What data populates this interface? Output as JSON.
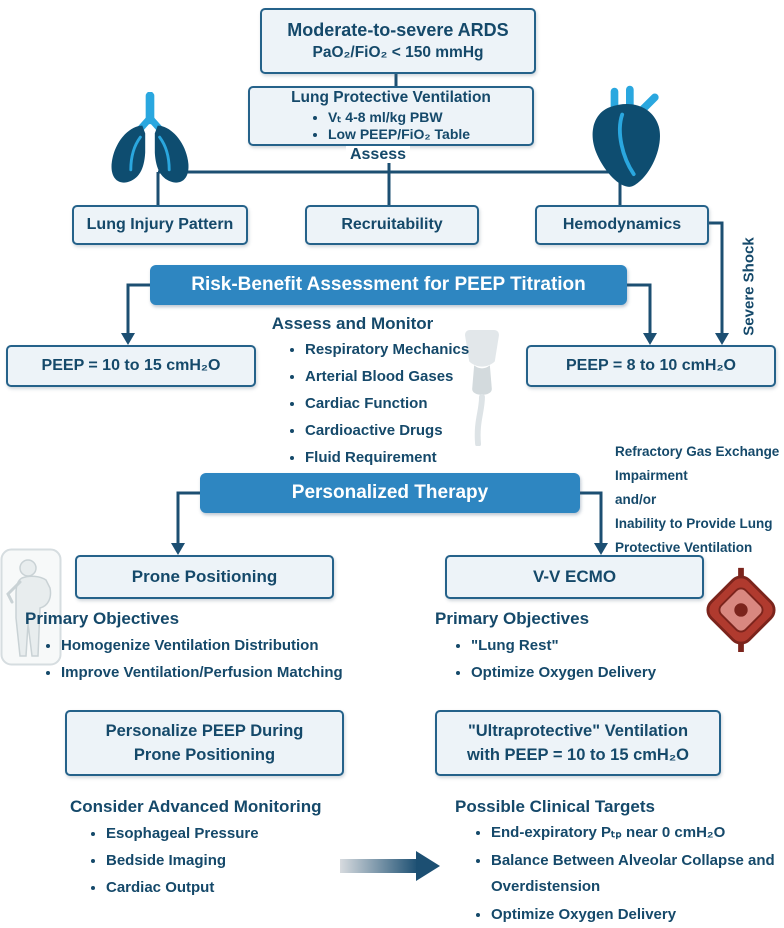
{
  "colors": {
    "box_background": "#edf3f8",
    "box_border": "#25628a",
    "banner_blue": "#2e86c1",
    "text_dark_teal": "#15496a",
    "line_color": "#1c4f72",
    "accent_light_blue": "#2aa7df",
    "ecmo_red": "#b03a2e"
  },
  "icons": {
    "lungs": "lungs-icon",
    "heart": "heart-icon",
    "ultrasound_probe": "ultrasound-probe-icon",
    "patient_body": "patient-body-icon",
    "ecmo_oxygenator": "ecmo-oxygenator-icon",
    "flow_arrow": "flow-arrow-icon"
  },
  "flow": {
    "ards_box": {
      "title": "Moderate-to-severe ARDS",
      "subtitle": "PaO₂/FiO₂ < 150 mmHg"
    },
    "lpv_box": {
      "title": "Lung Protective Ventilation",
      "items": [
        "Vₜ 4-8 ml/kg PBW",
        "Low PEEP/FiO₂ Table"
      ]
    },
    "assess_label": "Assess",
    "assessment_boxes": [
      "Lung Injury Pattern",
      "Recruitability",
      "Hemodynamics"
    ],
    "severe_shock_label": "Severe Shock",
    "risk_banner": "Risk-Benefit Assessment for PEEP Titration",
    "peep_left_box": "PEEP = 10 to 15 cmH₂O",
    "peep_right_box": "PEEP = 8 to 10 cmH₂O",
    "assess_monitor": {
      "title": "Assess and Monitor",
      "items": [
        "Respiratory Mechanics",
        "Arterial Blood Gases",
        "Cardiac Function",
        "Cardioactive Drugs",
        "Fluid Requirement"
      ]
    },
    "personalized_banner": "Personalized Therapy",
    "refractory_note": {
      "lines": [
        "Refractory Gas Exchange",
        "Impairment",
        "and/or",
        "Inability to Provide Lung",
        "Protective Ventilation"
      ]
    },
    "prone_box": "Prone Positioning",
    "ecmo_box": "V-V ECMO",
    "prone_objectives": {
      "title": "Primary Objectives",
      "items": [
        "Homogenize Ventilation Distribution",
        "Improve Ventilation/Perfusion Matching"
      ]
    },
    "ecmo_objectives": {
      "title": "Primary Objectives",
      "items": [
        "\"Lung Rest\"",
        "Optimize Oxygen Delivery"
      ]
    },
    "prone_peep_box": {
      "line1": "Personalize PEEP During",
      "line2": "Prone Positioning"
    },
    "ultra_box": {
      "line1": "\"Ultraprotective\" Ventilation",
      "line2": "with PEEP = 10 to 15 cmH₂O"
    },
    "monitoring": {
      "title": "Consider Advanced Monitoring",
      "items": [
        "Esophageal Pressure",
        "Bedside Imaging",
        "Cardiac Output"
      ]
    },
    "targets": {
      "title": "Possible Clinical Targets",
      "items": [
        "End-expiratory Pₜₚ near 0 cmH₂O",
        "Balance Between Alveolar Collapse and Overdistension",
        "Optimize Oxygen Delivery"
      ]
    }
  }
}
